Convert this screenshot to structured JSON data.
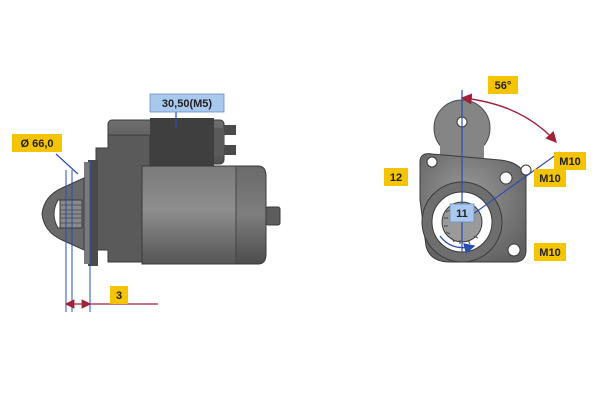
{
  "colors": {
    "body_grey": "#6d6d6d",
    "dark_grey": "#4a4a4a",
    "light_grey": "#8c8c8c",
    "dim_blue": "#2b4fb0",
    "dim_red": "#a0223a",
    "label_yellow": "#f5c400",
    "label_blue": "#a9c8ee"
  },
  "side_view": {
    "terminal_label": "30,50(M5)",
    "diameter_label": "Ø 66,0",
    "offset_label": "3"
  },
  "front_view": {
    "angle_label": "56°",
    "bolt_label_1": "M10",
    "bolt_label_2": "M10",
    "bolt_label_3": "M10",
    "teeth_label": "12",
    "center_label": "11"
  }
}
